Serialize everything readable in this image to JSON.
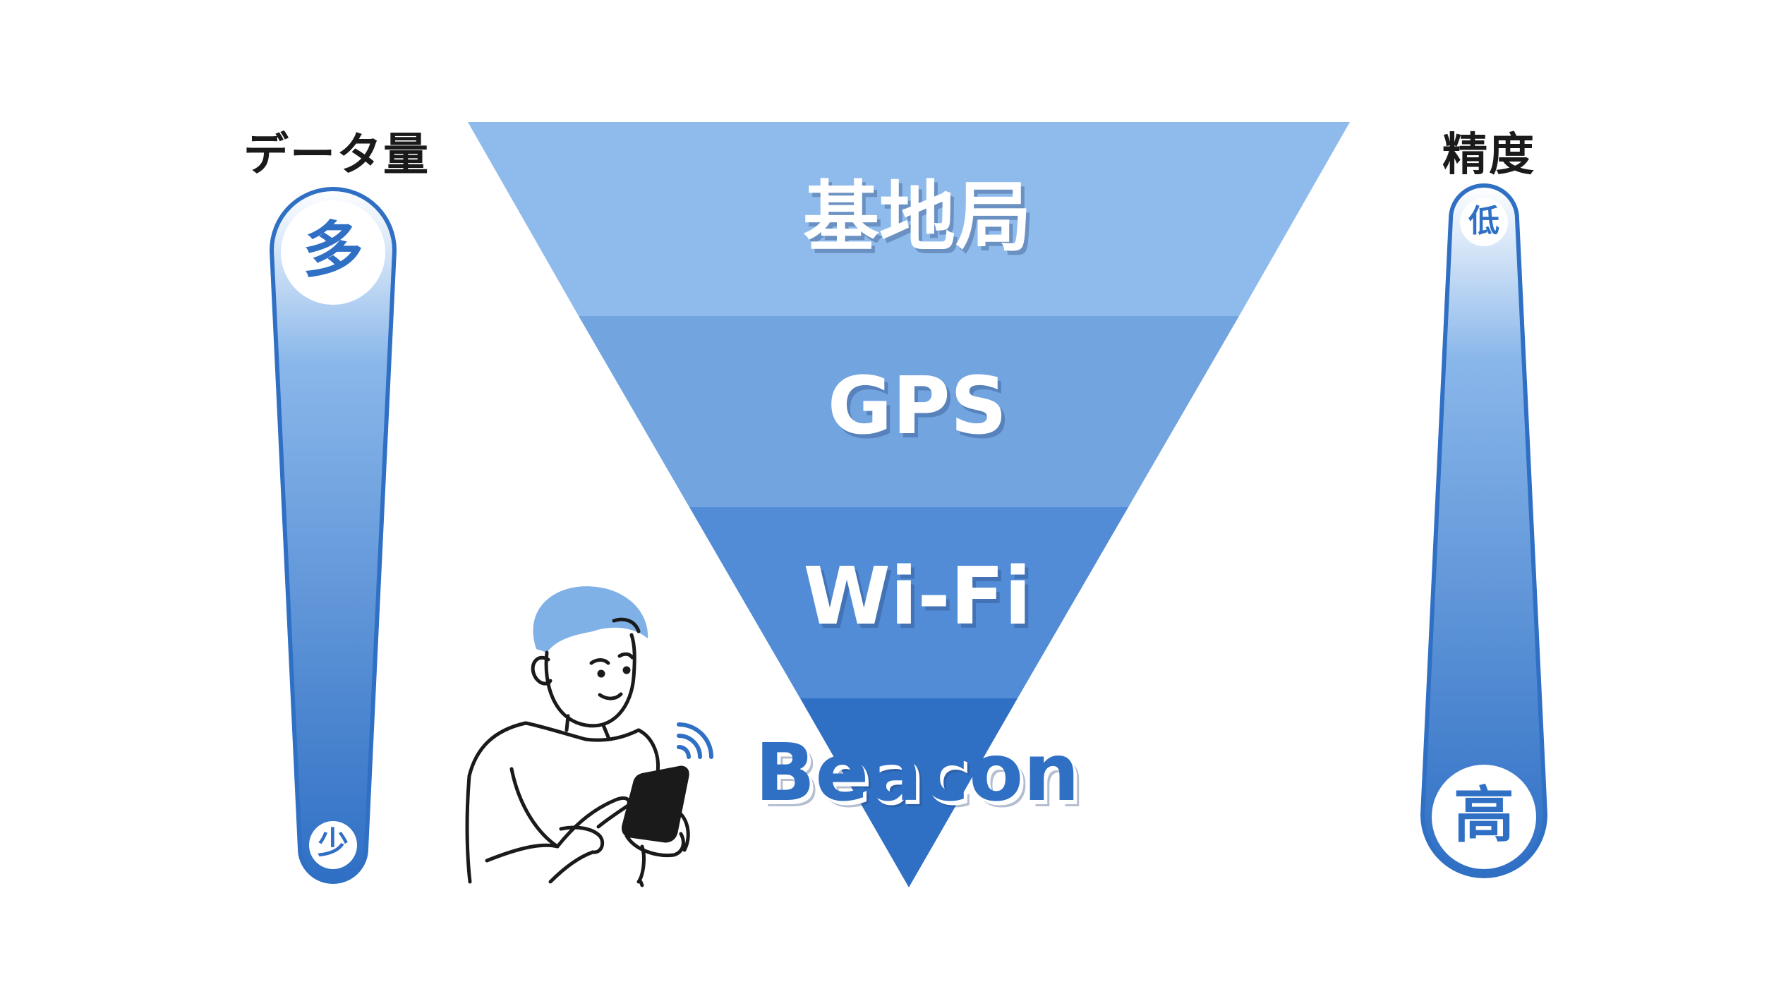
{
  "data_volume_axis": {
    "title": "データ量",
    "top": "多",
    "bottom": "少"
  },
  "accuracy_axis": {
    "title": "精度",
    "top": "低",
    "bottom": "高"
  },
  "layers": [
    "基地局",
    "GPS",
    "Wi-Fi",
    "Beacon"
  ],
  "colors": {
    "layer_1": "#8fbbec",
    "layer_2": "#72a4df",
    "layer_3": "#528cd6",
    "layer_4": "#2f6fc4",
    "accent": "#2f6fc4"
  },
  "illustration": {
    "subject": "person-using-smartphone",
    "icon": "wireless-signal-icon"
  }
}
